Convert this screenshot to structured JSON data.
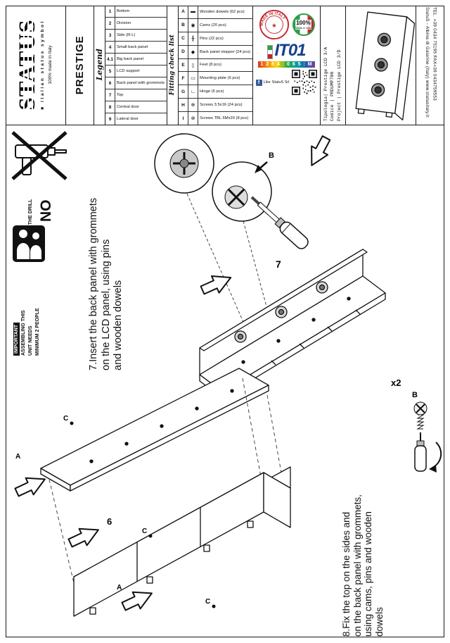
{
  "colors": {
    "stamp_red": "#c4262e",
    "logo_blue": "#16418c",
    "flag_green": "#2e9e49",
    "ink": "#111111"
  },
  "brand": {
    "logo": "STATUS",
    "bullet": "■",
    "tagline": "italian status symbol",
    "made": "100% made in Italy"
  },
  "header": {
    "title": "PRESTIGE",
    "legend_heading": "Legend",
    "legend": [
      {
        "num": "1",
        "label": "Bottom"
      },
      {
        "num": "2",
        "label": "Division"
      },
      {
        "num": "3",
        "label": "Side (R-L)"
      },
      {
        "num": "4",
        "label": "Small back panel"
      },
      {
        "num": "4.1",
        "label": "Big back panel"
      },
      {
        "num": "5",
        "label": "LCD support"
      },
      {
        "num": "6",
        "label": "Back panel with grommets"
      },
      {
        "num": "7",
        "label": "Top"
      },
      {
        "num": "8",
        "label": "Central door"
      },
      {
        "num": "9",
        "label": "Lateral door"
      }
    ],
    "fitting_heading": "Fitting check list",
    "fitting": [
      {
        "letter": "A",
        "icon": "▬",
        "label": "Wooden dowels (62 pcs)"
      },
      {
        "letter": "B",
        "icon": "◉",
        "label": "Cams (20 pcs)"
      },
      {
        "letter": "C",
        "icon": "╂",
        "label": "Pins (22 pcs)"
      },
      {
        "letter": "D",
        "icon": "◆",
        "label": "Back panel stopper (24 pcs)"
      },
      {
        "letter": "E",
        "icon": "▯",
        "label": "Feet (8 pcs)"
      },
      {
        "letter": "F",
        "icon": "▭",
        "label": "Mounting plate (6 pcs)"
      },
      {
        "letter": "G",
        "icon": "∟",
        "label": "Hinge (6 pcs)"
      },
      {
        "letter": "H",
        "icon": "⊕",
        "label": "Screws 3.5x16 (24 pcs)"
      },
      {
        "letter": "I",
        "icon": "⊗",
        "label": "Screws TBL 6Mx20 (8 pcs)"
      }
    ],
    "stamps": {
      "made_in_italy": "MADE IN ITALY",
      "center_mark": "★",
      "pct": "100%",
      "pct_label": "Made in Italy",
      "it01": "IT01",
      "digits": "1 2 8 4 : 0 6 5 : M",
      "fb": "f",
      "like": "Like",
      "like_name": "StatuS Srl"
    },
    "codes": [
      {
        "k": "Tipologia|",
        "v": "Prestige LCD 3/A"
      },
      {
        "k": "Codice |",
        "v": "PRDUMP700"
      },
      {
        "k": "Project |",
        "v": "Prestige LCD 3/D"
      }
    ],
    "contact": {
      "line1": "StatuS - Albina di Gaiarine (Italy)      www.statusitaly.it",
      "line2": "TEL. +39 0434 75195   FAX+39 0434759553"
    }
  },
  "warnings": {
    "no": "NO",
    "no_text": "DON'T USE THE DRILL",
    "important": "IMPORTANT",
    "important_l1": "ASSEMBLING THIS",
    "important_l2": "UNIT NEEDS",
    "important_l3": "MINIMUM 2 PEOPLE"
  },
  "steps": {
    "s7_l1": "7.Insert the back panel with grommets",
    "s7_l2": "on the LCD panel, using pins",
    "s7_l3": "and wooden dowels",
    "s8_l1": "8.Fix the top on the sides and",
    "s8_l2": "on the back panel with grommets,",
    "s8_l3": "using cams, pins and wooden",
    "s8_l4": "dowels"
  },
  "labels": {
    "part7": "7",
    "part6": "6",
    "x2": "x2",
    "a": "A",
    "b": "B",
    "c": "C"
  }
}
